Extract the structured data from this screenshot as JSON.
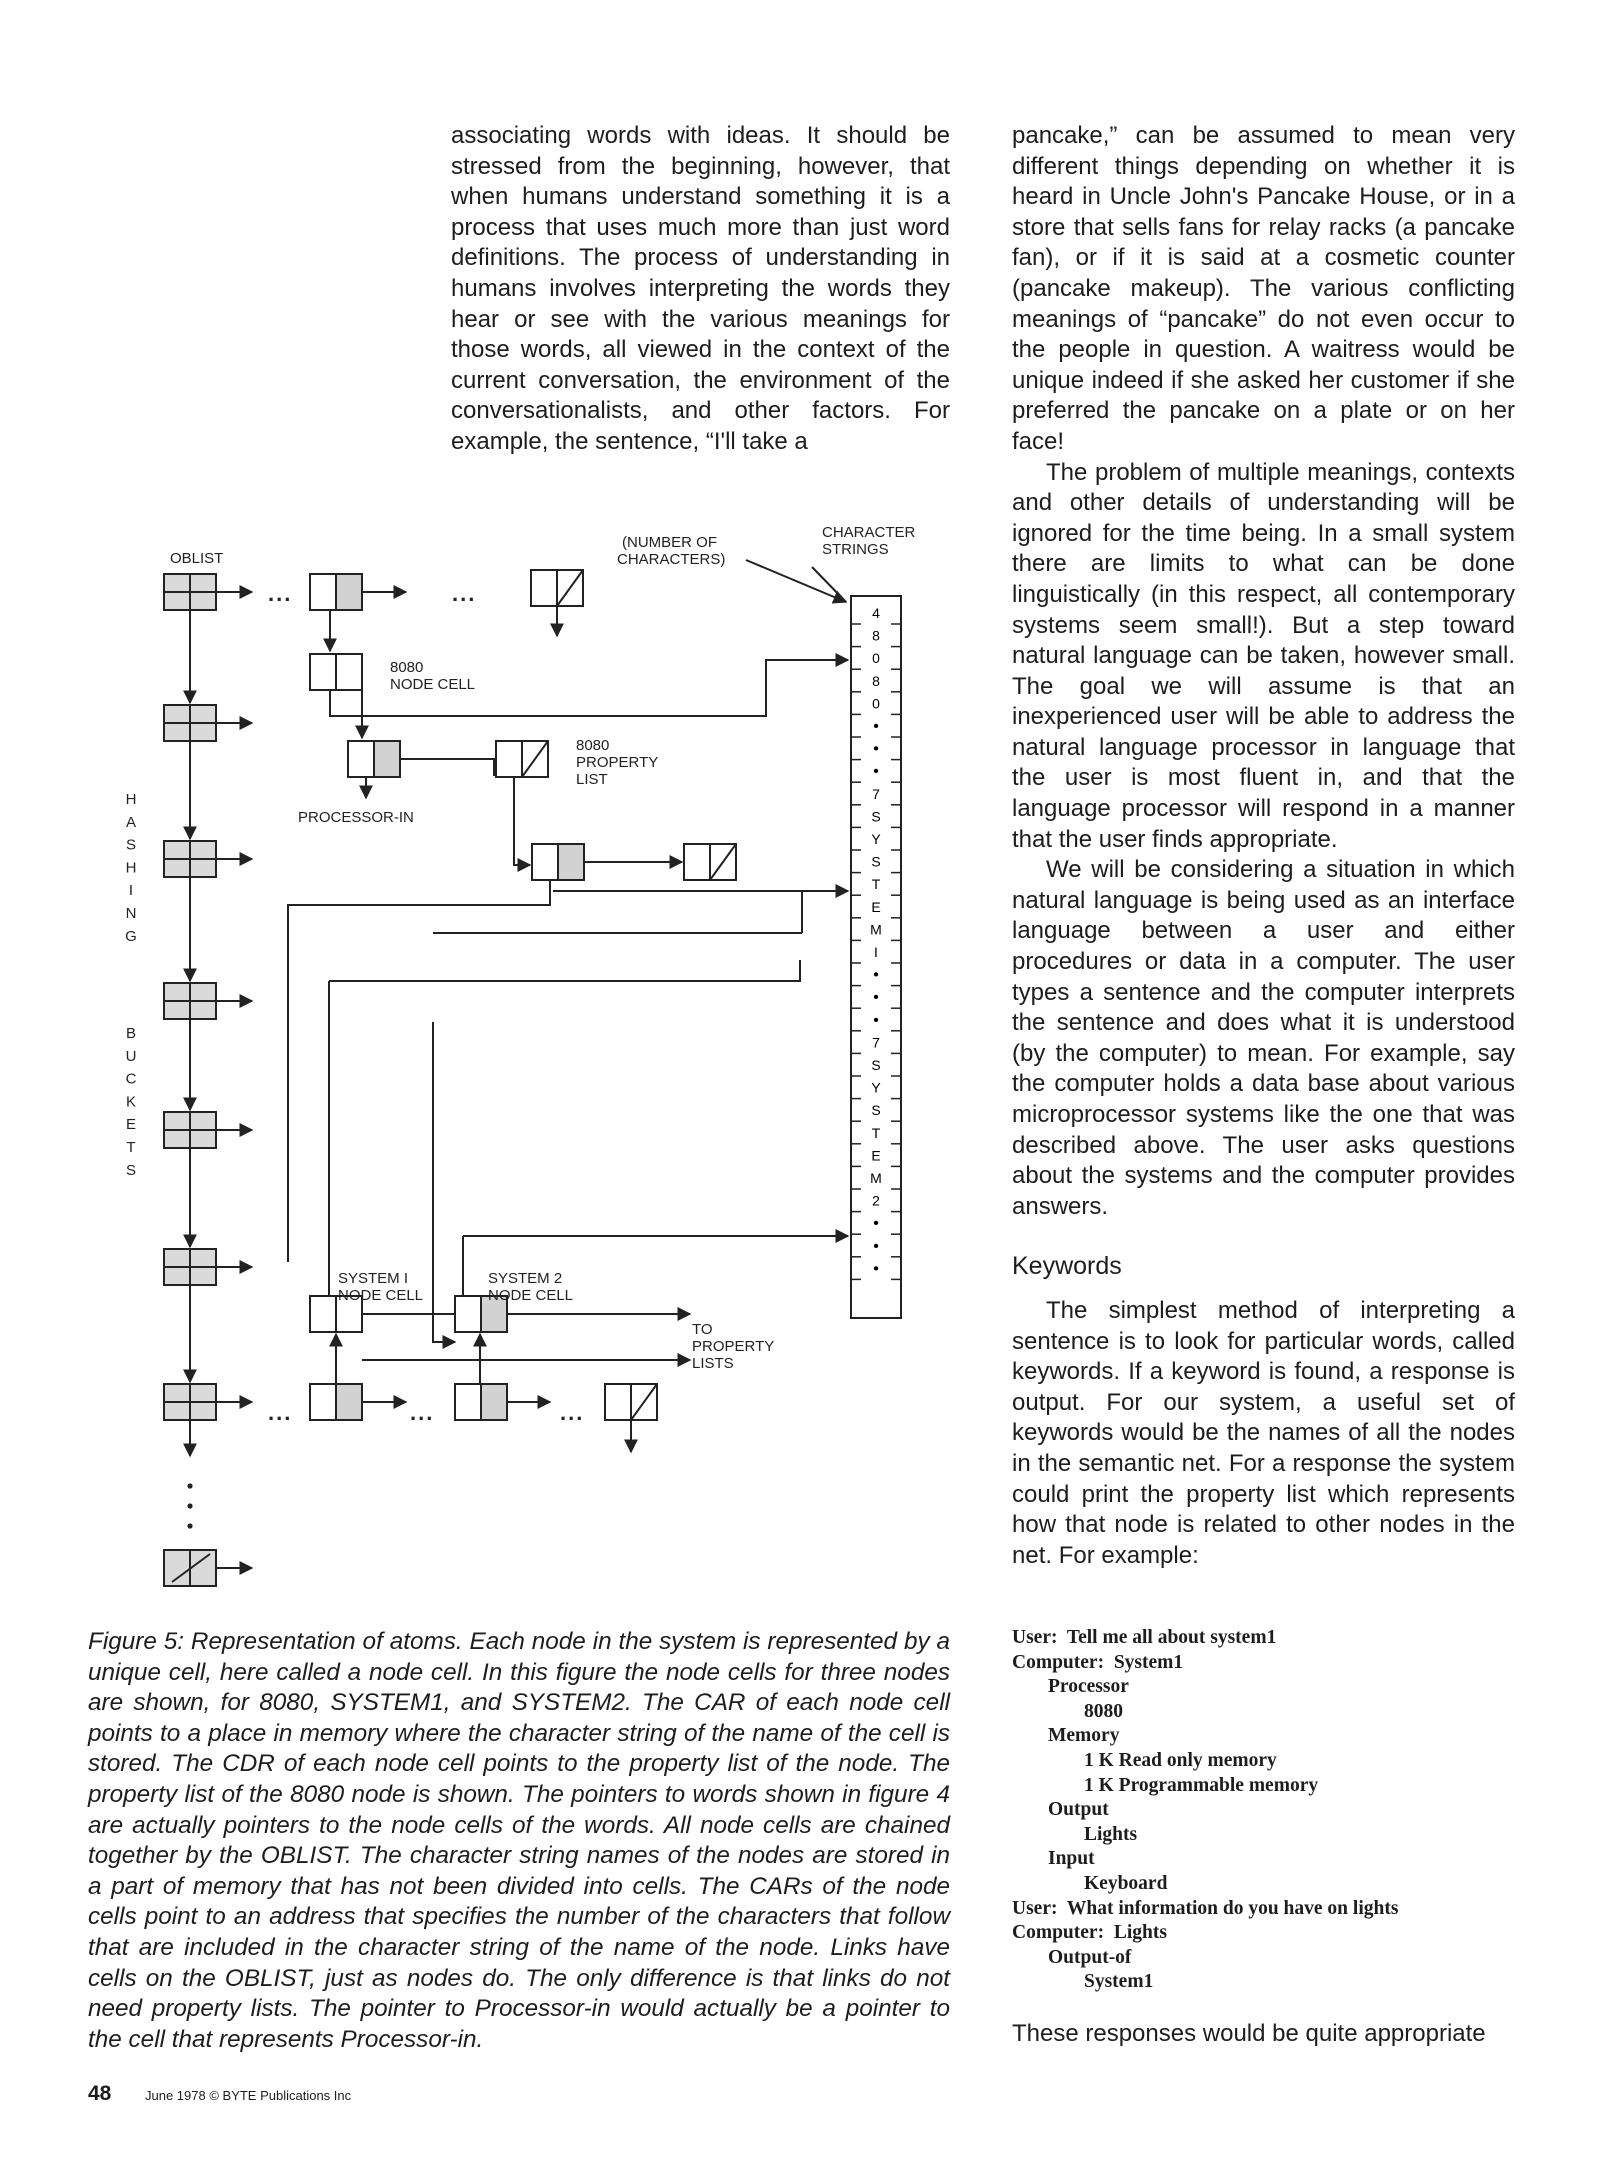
{
  "mid_column": {
    "p1": "associating words with ideas. It should be stressed from the beginning, however, that when humans understand something it is a process that uses much more than just word definitions. The process of understanding in humans involves interpreting the words they hear or see with the various meanings for those words, all viewed in the context of the current conversation, the environment of the conversationalists, and other factors. For example, the sentence, “I'll take a"
  },
  "right_column": {
    "p1": "pancake,” can be assumed to mean very different things depending on whether it is heard in Uncle John's Pancake House, or in a store that sells fans for relay racks (a pancake fan), or if it is said at a cosmetic counter (pancake makeup). The various conflicting meanings of “pancake” do not even occur to the people in question. A waitress would be unique indeed if she asked her customer if she preferred the pancake on a plate or on her face!",
    "p2": "The problem of multiple meanings, contexts and other details of understanding will be ignored for the time being. In a small system there are limits to what can be done linguistically (in this respect, all contemporary systems seem small!). But a step toward natural language can be taken, however small. The goal we will assume is that an inexperienced user will be able to address the natural language processor in language that the user is most fluent in, and that the language processor will respond in a manner that the user finds appropriate.",
    "p3": "We will be considering a situation in which natural language is being used as an interface language between a user and either procedures or data in a computer. The user types a sentence and the computer interprets the sentence and does what it is understood (by the computer) to mean. For example, say the computer holds a data base about various microprocessor systems like the one that was described above. The user asks questions about the systems and the computer provides answers.",
    "heading": "Keywords",
    "p4": "The simplest method of interpreting a sentence is to look for particular words, called keywords. If a keyword is found, a response is output. For our system, a useful set of keywords would be the names of all the nodes in the semantic net. For a response the system could print the property list which represents how that node is related to other nodes in the net. For example:",
    "final": "These responses would be quite appropriate"
  },
  "dialogue": [
    {
      "text": "User:  Tell me all about system1",
      "indent": 0
    },
    {
      "text": "Computer:  System1",
      "indent": 0
    },
    {
      "text": "Processor",
      "indent": 1
    },
    {
      "text": "8080",
      "indent": 2
    },
    {
      "text": "Memory",
      "indent": 1
    },
    {
      "text": "1 K Read only memory",
      "indent": 2
    },
    {
      "text": "1 K Programmable memory",
      "indent": 2
    },
    {
      "text": "Output",
      "indent": 1
    },
    {
      "text": "Lights",
      "indent": 2
    },
    {
      "text": "Input",
      "indent": 1
    },
    {
      "text": "Keyboard",
      "indent": 2
    },
    {
      "text": "User:  What information do you have on lights",
      "indent": 0
    },
    {
      "text": "Computer:  Lights",
      "indent": 0
    },
    {
      "text": "Output-of",
      "indent": 1
    },
    {
      "text": "System1",
      "indent": 2
    }
  ],
  "caption": "Figure 5: Representation of atoms. Each node in the system is represented by a unique cell, here called a node cell. In this figure the node cells for three nodes are shown, for 8080, SYSTEM1, and SYSTEM2. The CAR of each node cell points to a place in memory where the character string of the name of the cell is stored. The CDR of each node cell points to the property list of the node. The property list of the 8080 node is shown. The pointers to words shown in figure 4 are actually pointers to the node cells of the words. All node cells are chained together by the OBLIST. The character string names of the nodes are stored in a part of memory that has not been divided into cells. The CARs of the node cells point to an address that specifies the number of the characters that follow that are included in the character string of the name of the node. Links have cells on the OBLIST, just as nodes do. The only difference is that links do not need property lists. The pointer to Processor-in would actually be a pointer to the cell that represents Processor-in.",
  "figure": {
    "oblist": "OBLIST",
    "num_chars": [
      "(NUMBER OF",
      "CHARACTERS)"
    ],
    "char_strings": [
      "CHARACTER",
      "STRINGS"
    ],
    "node_8080": [
      "8080",
      "NODE CELL"
    ],
    "prop_8080": [
      "8080",
      "PROPERTY",
      "LIST"
    ],
    "processor_in": "PROCESSOR-IN",
    "sys1": [
      "SYSTEM I",
      "NODE CELL"
    ],
    "sys2": [
      "SYSTEM 2",
      "NODE CELL"
    ],
    "to_prop": [
      "TO",
      "PROPERTY",
      "LISTS"
    ],
    "ellipsis": "...",
    "hashing": [
      "H",
      "A",
      "S",
      "H",
      "I",
      "N",
      "G"
    ],
    "buckets": [
      "B",
      "U",
      "C",
      "K",
      "E",
      "T",
      "S"
    ],
    "strip": [
      "4",
      "8",
      "0",
      "8",
      "0",
      "•",
      "•",
      "•",
      "7",
      "S",
      "Y",
      "S",
      "T",
      "E",
      "M",
      "I",
      "•",
      "•",
      "•",
      "7",
      "S",
      "Y",
      "S",
      "T",
      "E",
      "M",
      "2",
      "•",
      "•",
      "•"
    ]
  },
  "footer": {
    "page": "48",
    "credit": "June 1978 © BYTE Publications Inc"
  }
}
